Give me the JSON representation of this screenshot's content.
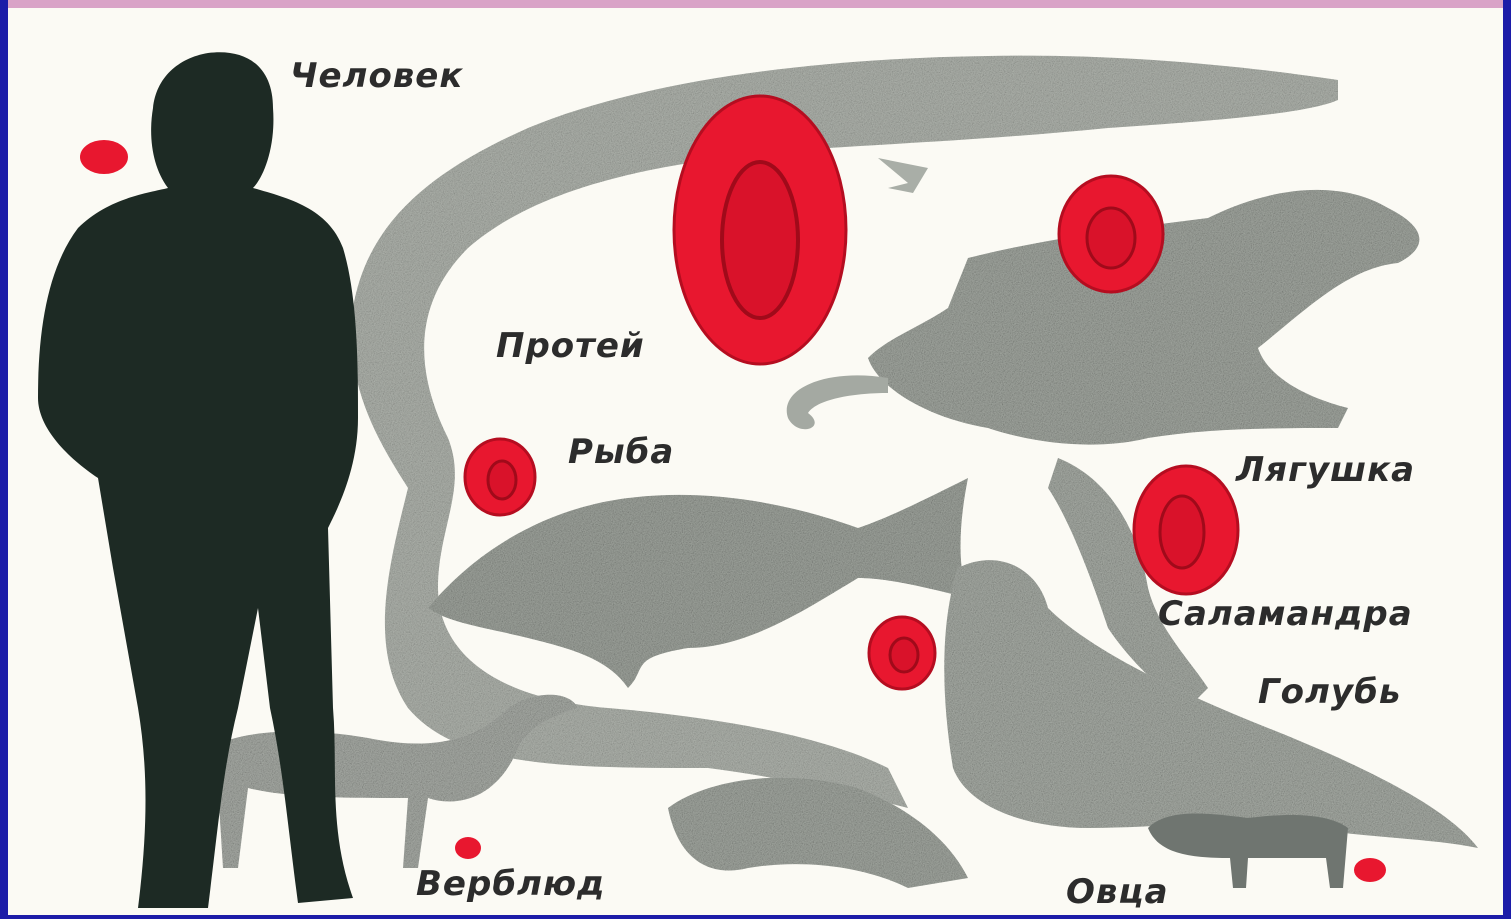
{
  "diagram": {
    "labels": {
      "human": "Человек",
      "proteus": "Протей",
      "fish": "Рыба",
      "frog": "Лягушка",
      "salamander": "Саламандра",
      "pigeon": "Голубь",
      "camel": "Верблюд",
      "sheep": "Овца"
    },
    "colors": {
      "background": "#1c1ca8",
      "panel": "#fbfaf4",
      "silhouette": "#a9aea7",
      "human": "#1d2a24",
      "erythrocyte": "#e8172f",
      "erythrocyte_center": "#c40f25"
    }
  }
}
